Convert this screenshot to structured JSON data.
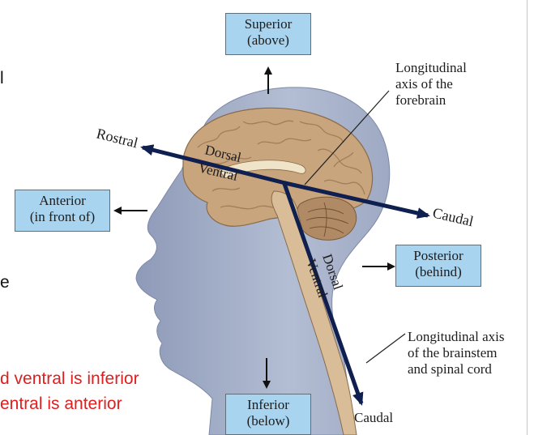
{
  "boxes": {
    "superior": {
      "line1": "Superior",
      "line2": "(above)"
    },
    "anterior": {
      "line1": "Anterior",
      "line2": "(in front of)"
    },
    "posterior": {
      "line1": "Posterior",
      "line2": "(behind)"
    },
    "inferior": {
      "line1": "Inferior",
      "line2": "(below)"
    }
  },
  "axis_labels": {
    "rostral": "Rostral",
    "caudal_right": "Caudal",
    "caudal_bottom": "Caudal",
    "forebrain_dorsal": "Dorsal",
    "forebrain_ventral": "Ventral",
    "brainstem_dorsal": "Dorsal",
    "brainstem_ventral": "Ventral"
  },
  "callouts": {
    "forebrain": {
      "line1": "Longitudinal",
      "line2": "axis of the",
      "line3": "forebrain"
    },
    "brainstem": {
      "line1": "Longitudinal axis",
      "line2": "of the brainstem",
      "line3": "and spinal cord"
    }
  },
  "slide_text": {
    "frag_top": "l",
    "frag_mid": "e",
    "red_line1": "d ventral is inferior",
    "red_line2": "entral is anterior"
  },
  "colors": {
    "box_fill": "#a9d4ef",
    "axis_line": "#0f1f4f",
    "red_text": "#e01e1e",
    "head_fill": "#a9b4cc",
    "brain_fill": "#c9a57e"
  }
}
